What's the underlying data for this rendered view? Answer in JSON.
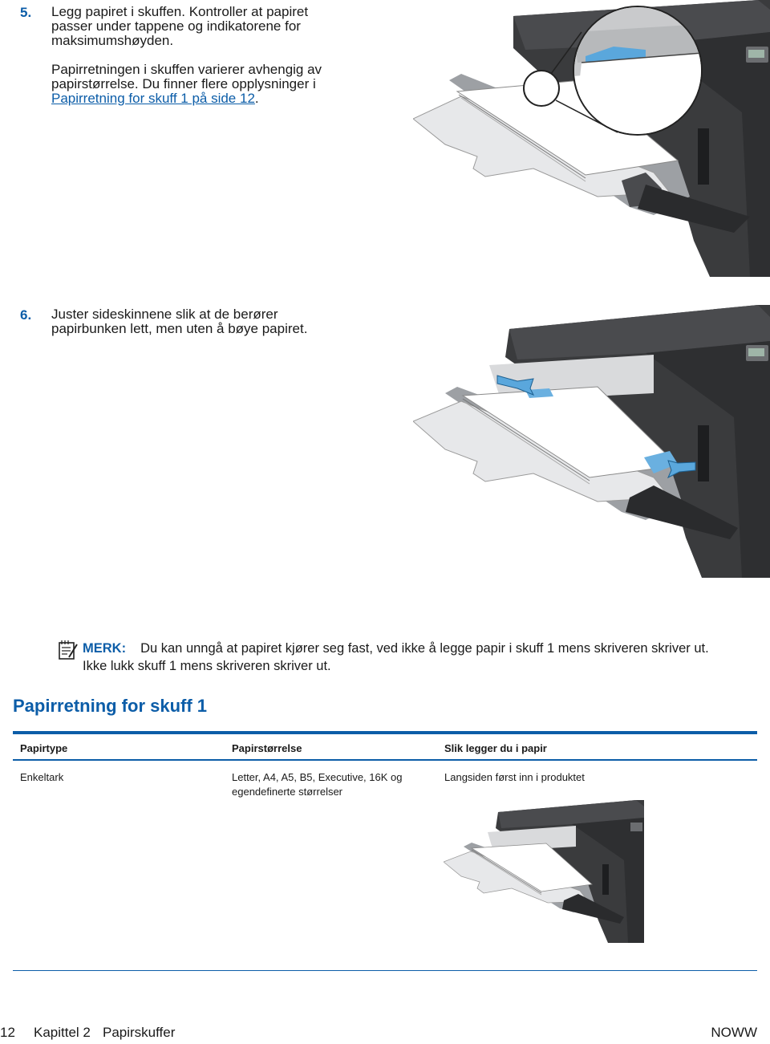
{
  "step5": {
    "number": "5.",
    "line1": "Legg papiret i skuffen. Kontroller at papiret",
    "line2": "passer under tappene og indikatorene for",
    "line3": "maksimumshøyden.",
    "para2_line1": "Papirretningen i skuffen varierer avhengig av",
    "para2_line2": "papirstørrelse. Du finner flere opplysninger i",
    "link_text": "Papirretning for skuff 1 på side 12",
    "link_suffix": "."
  },
  "step6": {
    "number": "6.",
    "line1": "Juster sideskinnene slik at de berører",
    "line2": "papirbunken lett, men uten å bøye papiret."
  },
  "note": {
    "label": "MERK:",
    "line1": "Du kan unngå at papiret kjører seg fast, ved ikke å legge papir i skuff 1 mens skriveren skriver ut.",
    "line2": "Ikke lukk skuff 1 mens skriveren skriver ut."
  },
  "section": {
    "heading": "Papirretning for skuff 1"
  },
  "table": {
    "headers": [
      "Papirtype",
      "Papirstørrelse",
      "Slik legger du i papir"
    ],
    "row": {
      "type": "Enkeltark",
      "size_line1": "Letter, A4, A5, B5, Executive, 16K og",
      "size_line2": "egendefinerte størrelser",
      "how": "Langsiden først inn i produktet"
    }
  },
  "footer": {
    "page_number": "12",
    "chapter": "Kapittel 2",
    "chapter_title": "Papirskuffer",
    "brand": "NOWW"
  },
  "colors": {
    "accent": "#0c5da8",
    "printer_body": "#3a3b3d",
    "guide_blue": "#6ab0e0"
  }
}
